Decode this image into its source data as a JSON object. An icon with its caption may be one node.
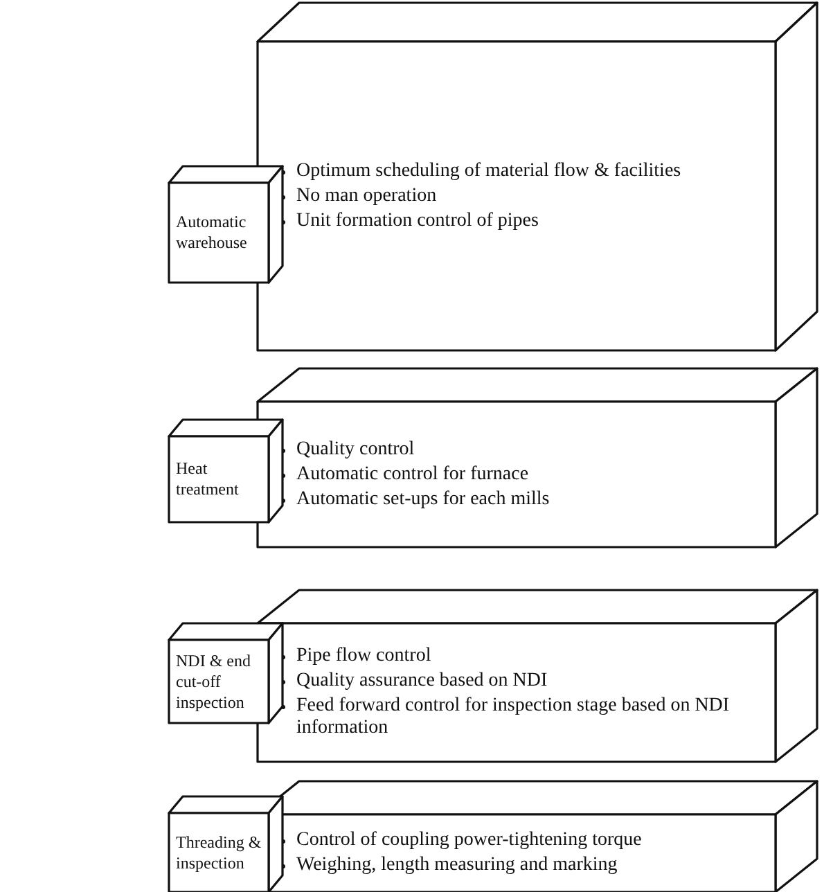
{
  "diagram": {
    "nodes": [
      {
        "text": [
          "Optimum scheduling of material flow & facilities",
          "No man operation",
          "Unit formation control of pipes"
        ]
      },
      {
        "text": [
          "Automatic warehouse"
        ]
      },
      {
        "text": [
          "Quality control",
          "Automatic control for furnace",
          "Automatic set-ups for each mills"
        ]
      },
      {
        "text": [
          "Heat treatment"
        ]
      },
      {
        "text": [
          "Pipe flow control",
          "Quality assurance based on NDI",
          "Feed forward control for inspection stage based on NDI information"
        ]
      },
      {
        "text": [
          "NDI & end cut-off inspection"
        ]
      },
      {
        "text": [
          "Control of coupling power-tightening torque",
          "Weighing, length measuring and marking"
        ]
      },
      {
        "text": [
          "Threading & inspection"
        ]
      }
    ]
  }
}
